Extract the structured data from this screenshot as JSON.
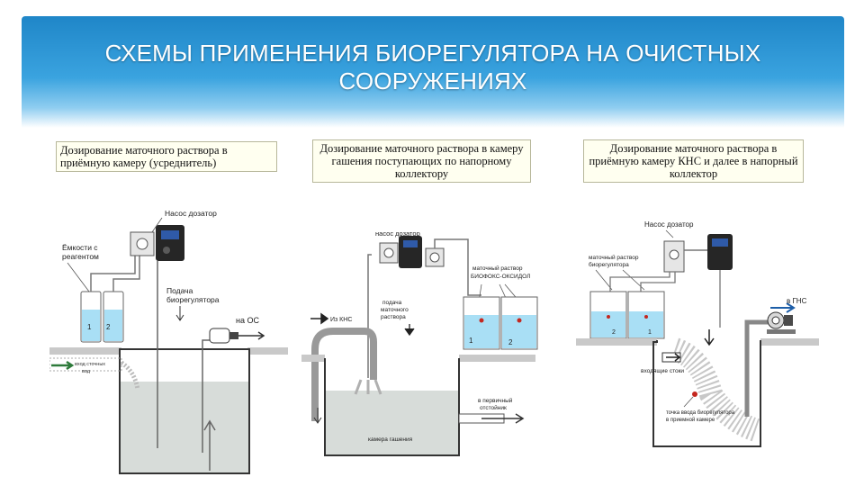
{
  "title": {
    "line1": "СХЕМЫ ПРИМЕНЕНИЯ БИОРЕГУЛЯТОРА НА ОЧИСТНЫХ",
    "line2": "СООРУЖЕНИЯХ"
  },
  "colors": {
    "banner_top": "#1f86c8",
    "banner_bottom": "#8fcdf0",
    "water": "#a9dff5",
    "sludge": "#d5dbd8",
    "caption_bg": "#fffff0"
  },
  "captions": [
    {
      "text": "Дозирование маточного раствора в приёмную камеру (усреднитель)"
    },
    {
      "text": "Дозирование маточного раствора в камеру гашения поступающих по напорному коллектору"
    },
    {
      "text": "Дозирование маточного раствора в приёмную камеру КНС и далее в напорный коллектор"
    }
  ],
  "scheme1": {
    "pump_label": "Насос дозатор",
    "tanks_label_1": "Ёмкости с",
    "tanks_label_2": "реагентом",
    "tank_1": "1",
    "tank_2": "2",
    "feed_label_1": "Подача",
    "feed_label_2": "биорегулятора",
    "out_label": "на ОС",
    "inflow_label_1": "вход сточных",
    "inflow_label_2": "вод"
  },
  "scheme2": {
    "pump_label": "насос дозатор",
    "solution_label_1": "маточный раствор",
    "solution_label_2": "БИОФОКС-ОКСИДОЛ",
    "feed_label_1": "подача",
    "feed_label_2": "маточного",
    "feed_label_3": "раствора",
    "from_label": "Из КНС",
    "tank_1": "1",
    "tank_2": "2",
    "to_label_1": "в первичный",
    "to_label_2": "отстойник",
    "chamber_label": "камера гашения"
  },
  "scheme3": {
    "pump_label": "Насос дозатор",
    "solution_label_1": "маточный раствор",
    "solution_label_2": "биорегулятора",
    "to_label": "в ГНС",
    "tank_1": "2",
    "tank_2": "1",
    "inflow_label": "входящие стоки",
    "point_label_1": "точка ввода биорегулятора",
    "point_label_2": "в приемной камере"
  }
}
